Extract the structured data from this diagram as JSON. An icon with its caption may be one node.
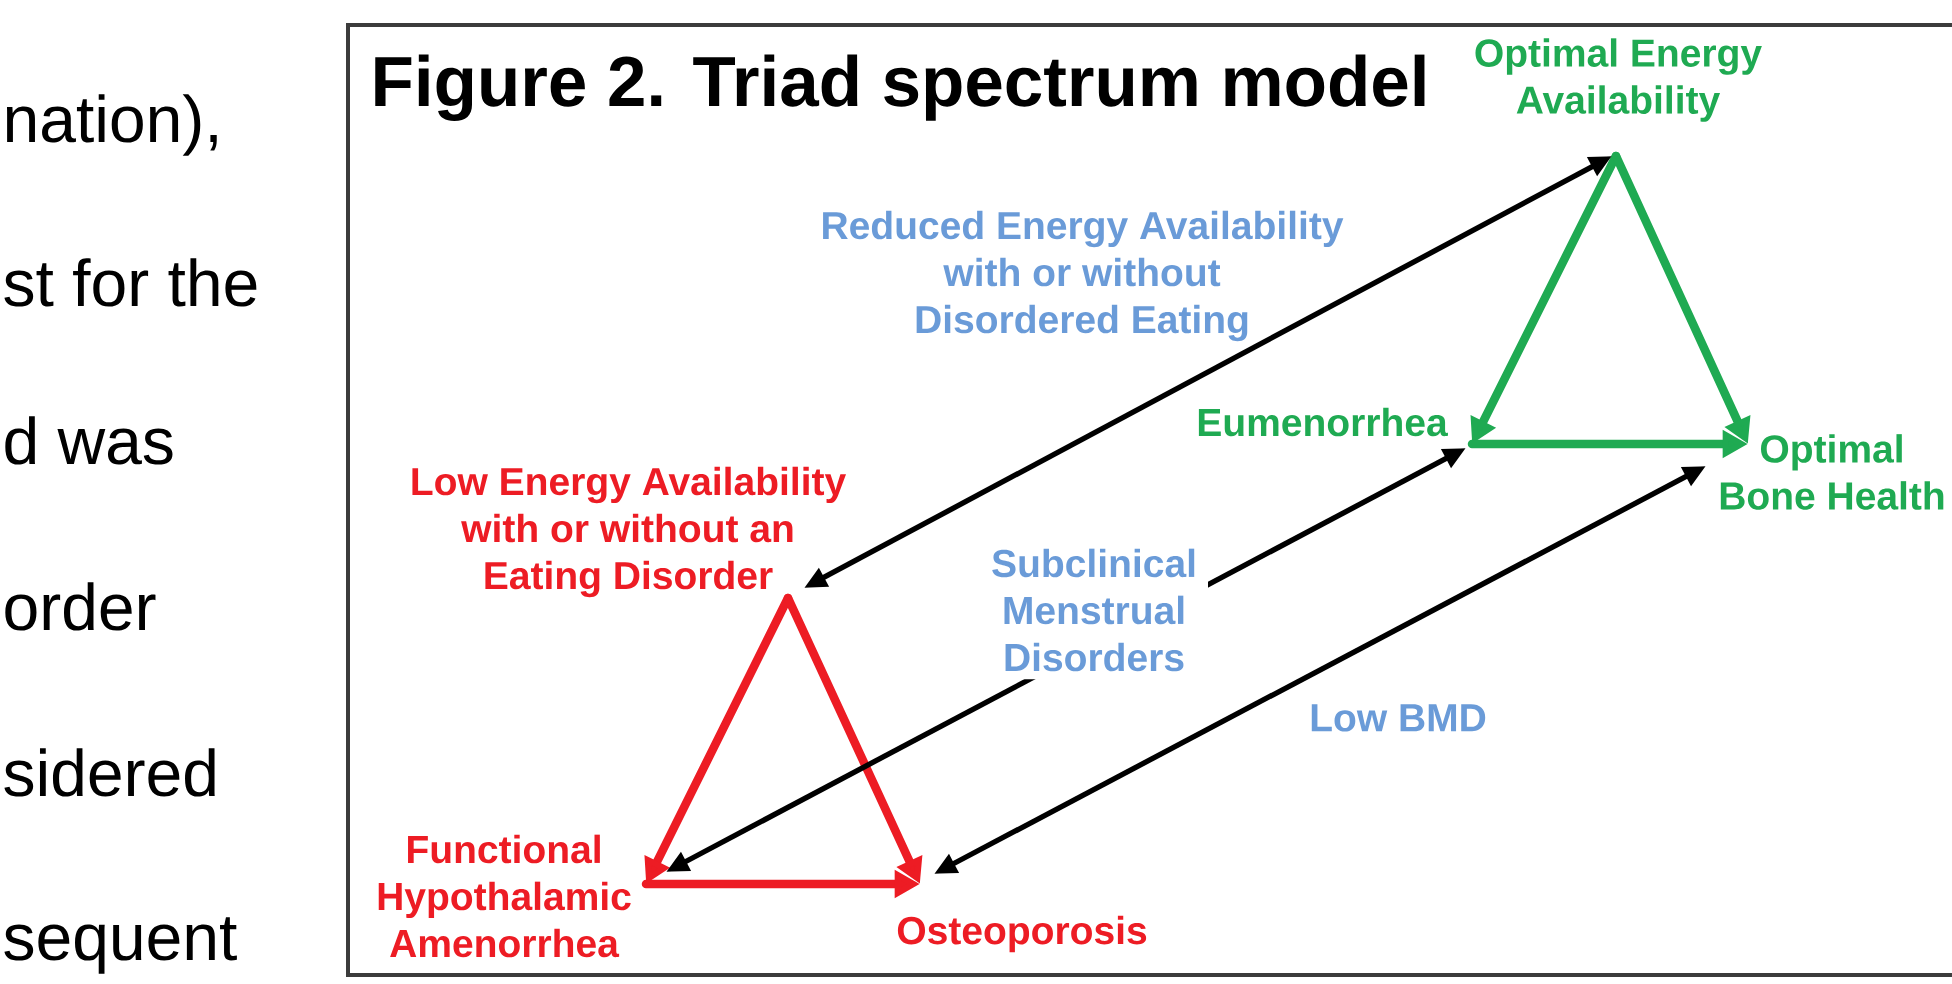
{
  "diagram": {
    "title": "Figure 2. Triad spectrum model",
    "nodes": [
      {
        "text": [
          "Optimal Energy Availability"
        ]
      },
      {
        "text": [
          "Eumenorrhea"
        ]
      },
      {
        "text": [
          "Optimal Bone Health"
        ]
      },
      {
        "text": [
          "Low Energy Availability with or without an Eating Disorder"
        ]
      },
      {
        "text": [
          "Functional Hypothalamic Amenorrhea"
        ]
      },
      {
        "text": [
          "Osteoporosis"
        ]
      }
    ],
    "edges": [
      {
        "from": 0,
        "to": 1,
        "arrow": "to",
        "color": "#1faa52"
      },
      {
        "from": 0,
        "to": 2,
        "arrow": "to",
        "color": "#1faa52"
      },
      {
        "from": 1,
        "to": 2,
        "arrow": "to",
        "color": "#1faa52"
      },
      {
        "from": 3,
        "to": 4,
        "arrow": "to",
        "color": "#ed1c24"
      },
      {
        "from": 3,
        "to": 5,
        "arrow": "to",
        "color": "#ed1c24"
      },
      {
        "from": 4,
        "to": 5,
        "arrow": "to",
        "color": "#ed1c24"
      },
      {
        "from": 3,
        "to": 0,
        "arrow": "both",
        "label": "Reduced Energy Availability with or without Disordered Eating",
        "color": "#000000"
      },
      {
        "from": 4,
        "to": 1,
        "arrow": "both",
        "label": "Subclinical Menstrual Disorders",
        "color": "#000000"
      },
      {
        "from": 5,
        "to": 2,
        "arrow": "both",
        "label": "Low BMD",
        "color": "#000000"
      }
    ],
    "labels": [
      "nation),",
      "st for the",
      "d was",
      "order",
      "sidered",
      "sequent"
    ]
  }
}
